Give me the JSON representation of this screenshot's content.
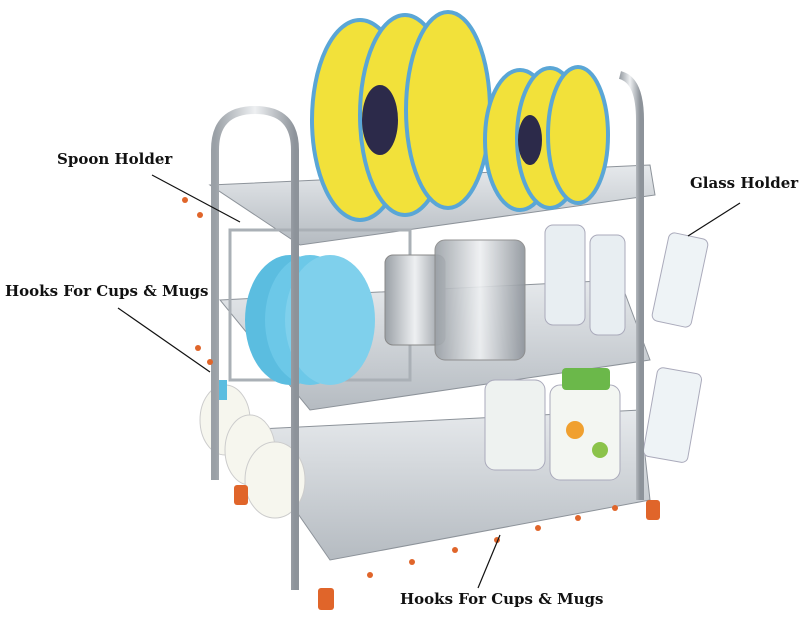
{
  "labels": {
    "spoon_holder": "Spoon Holder",
    "glass_holder": "Glass Holder",
    "hooks_side": "Hooks For Cups & Mugs",
    "hooks_bottom": "Hooks For Cups & Mugs"
  },
  "colors": {
    "steel": "#c9cdd2",
    "plate_yellow": "#f2e13a",
    "plate_blue": "#5bbde0",
    "feet": "#e0652a"
  }
}
